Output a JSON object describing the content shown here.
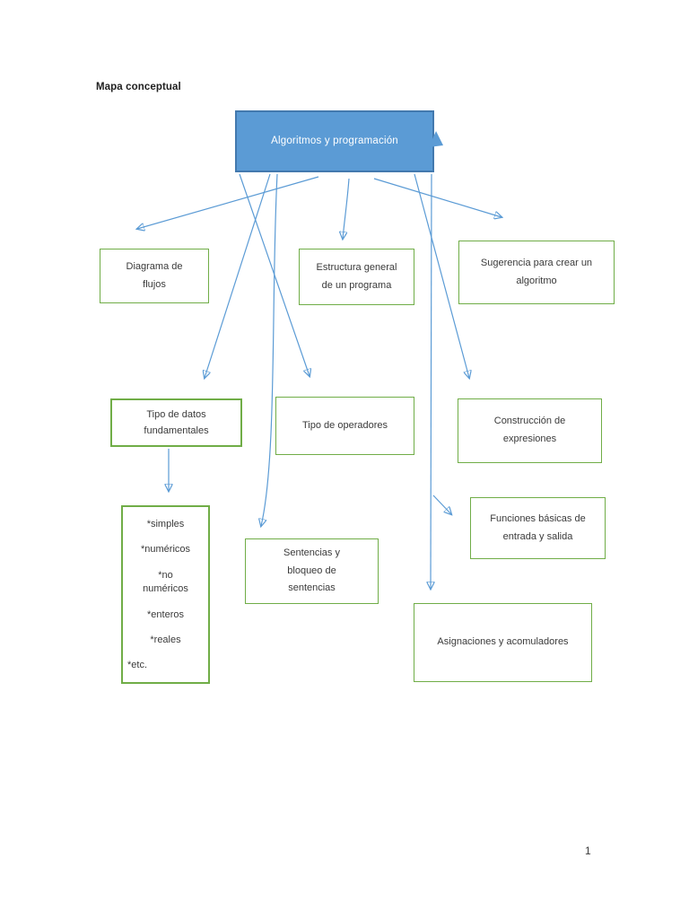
{
  "page": {
    "title": "Mapa conceptual",
    "page_number": "1"
  },
  "colors": {
    "root_fill": "#5B9BD5",
    "root_border": "#4379AE",
    "root_text": "#FFFFFF",
    "node_border_green": "#70AD47",
    "node_text": "#3A3A3A",
    "arrow": "#5B9BD5"
  },
  "nodes": {
    "root": {
      "label": "Algoritmos y programación"
    },
    "diagrama": {
      "label": "Diagrama de flujos"
    },
    "estructura": {
      "label": "Estructura general de un programa"
    },
    "sugerencia": {
      "label": "Sugerencia para crear un algoritmo"
    },
    "tipo_datos": {
      "label": "Tipo de datos fundamentales"
    },
    "tipo_operadores": {
      "label": "Tipo de operadores"
    },
    "construccion": {
      "label": "Construcción de expresiones"
    },
    "sentencias": {
      "label": "Sentencias y bloqueo de sentencias"
    },
    "funciones": {
      "label": "Funciones básicas de entrada y salida"
    },
    "asignaciones": {
      "label": "Asignaciones y acomuladores"
    },
    "data_types_list": {
      "items": [
        "*simples",
        "*numéricos",
        "*no numéricos",
        "*enteros",
        "*reales",
        "*etc."
      ]
    }
  },
  "edges": [
    {
      "from": "root",
      "to": "diagrama"
    },
    {
      "from": "root",
      "to": "estructura"
    },
    {
      "from": "root",
      "to": "sugerencia"
    },
    {
      "from": "root",
      "to": "tipo_datos"
    },
    {
      "from": "root",
      "to": "tipo_operadores"
    },
    {
      "from": "root",
      "to": "construccion"
    },
    {
      "from": "root",
      "to": "sentencias"
    },
    {
      "from": "root",
      "to": "funciones"
    },
    {
      "from": "root",
      "to": "asignaciones"
    },
    {
      "from": "tipo_datos",
      "to": "data_types_list"
    },
    {
      "from": "below",
      "to": "root"
    }
  ]
}
